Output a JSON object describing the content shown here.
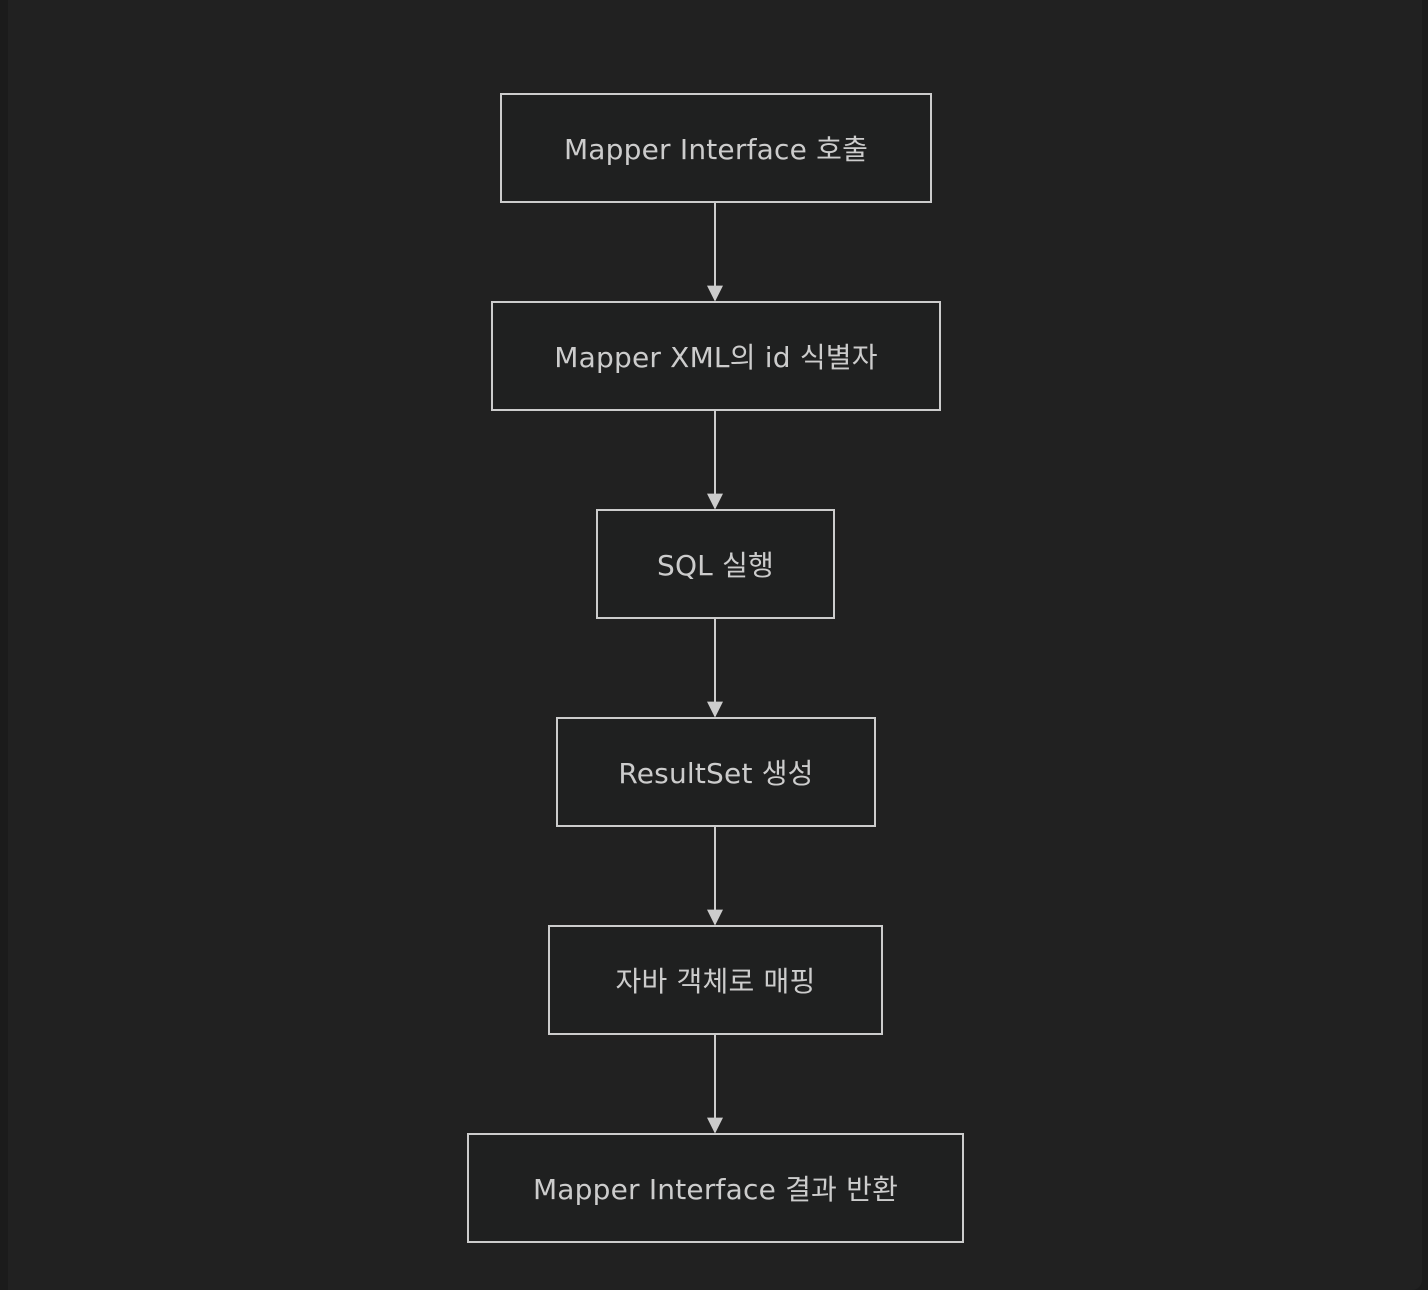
{
  "diagram": {
    "type": "flowchart",
    "direction": "top-to-bottom",
    "colors": {
      "background": "#212121",
      "node_fill": "#1f2020",
      "node_border": "#cccccc",
      "text": "#cccccc",
      "edge": "#cccccc"
    },
    "nodes": [
      {
        "id": "n1",
        "label": "Mapper Interface 호출"
      },
      {
        "id": "n2",
        "label": "Mapper XML의 id 식별자"
      },
      {
        "id": "n3",
        "label": "SQL 실행"
      },
      {
        "id": "n4",
        "label": "ResultSet 생성"
      },
      {
        "id": "n5",
        "label": "자바 객체로 매핑"
      },
      {
        "id": "n6",
        "label": "Mapper Interface 결과 반환"
      }
    ],
    "edges": [
      {
        "from": "n1",
        "to": "n2"
      },
      {
        "from": "n2",
        "to": "n3"
      },
      {
        "from": "n3",
        "to": "n4"
      },
      {
        "from": "n4",
        "to": "n5"
      },
      {
        "from": "n5",
        "to": "n6"
      }
    ]
  }
}
